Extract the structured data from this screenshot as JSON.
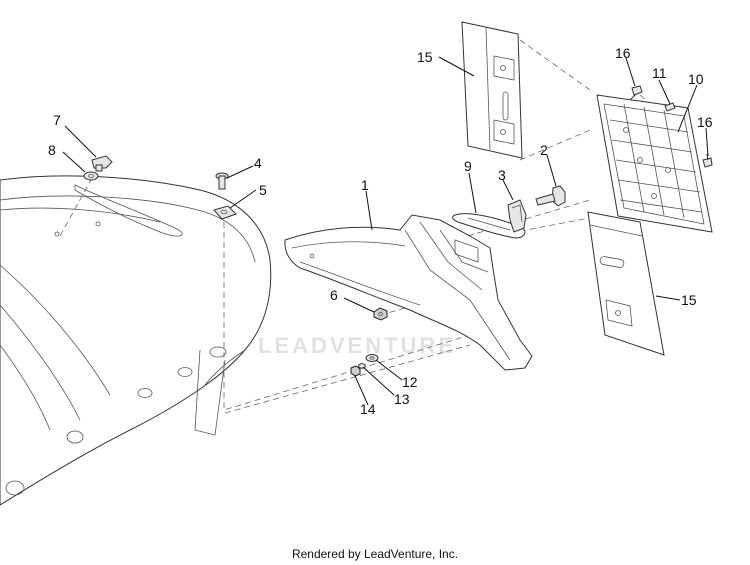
{
  "watermark": "LEADVENTURE",
  "footer": "Rendered by LeadVenture, Inc.",
  "labels": {
    "p1": "1",
    "p2": "2",
    "p3": "3",
    "p4": "4",
    "p5": "5",
    "p6": "6",
    "p7": "7",
    "p8": "8",
    "p9": "9",
    "p10": "10",
    "p11": "11",
    "p12": "12",
    "p13": "13",
    "p14": "14",
    "p15a": "15",
    "p15b": "15",
    "p16a": "16",
    "p16b": "16"
  }
}
